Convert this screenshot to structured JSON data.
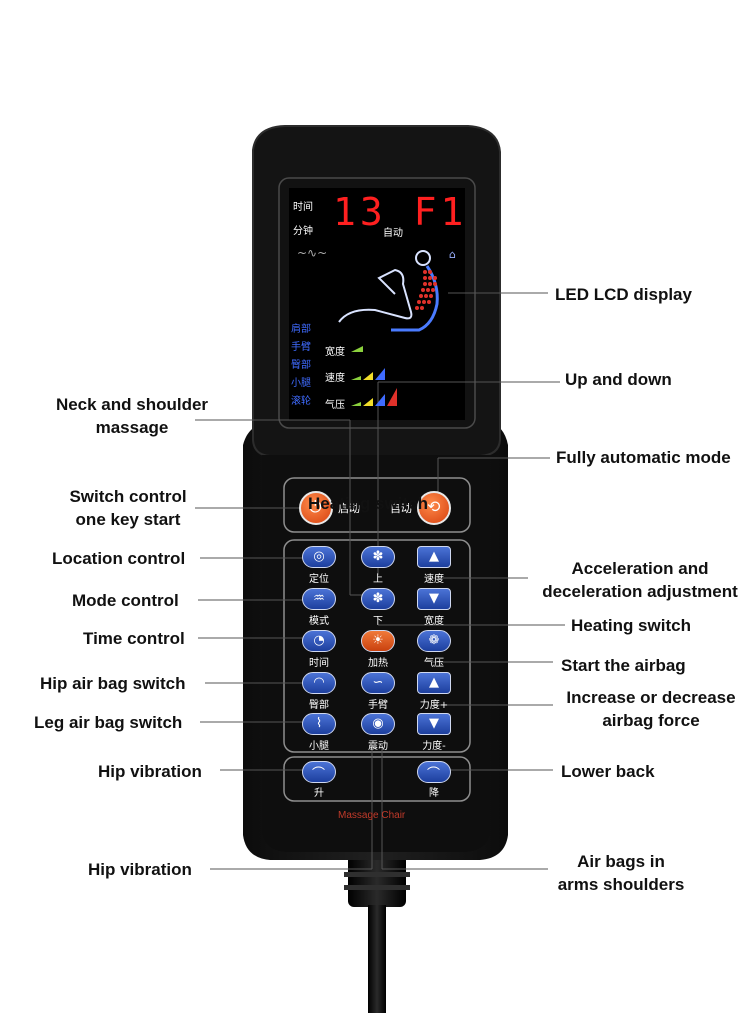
{
  "lcd": {
    "digits": "13 F1",
    "label_time": "时间",
    "label_minute": "分钟",
    "label_auto": "自动",
    "body_parts": [
      "肩部",
      "手臂",
      "臀部",
      "小腿",
      "滚轮"
    ],
    "bar_labels": [
      "宽度",
      "速度",
      "气压"
    ]
  },
  "top_buttons": {
    "left_label": "启动",
    "right_label": "自动",
    "overlay_text": "Heating switch"
  },
  "buttons": [
    {
      "name": "location-button",
      "caption": "定位",
      "icon": "location-icon"
    },
    {
      "name": "up-button",
      "caption": "上",
      "icon": "flower-icon"
    },
    {
      "name": "speed-up-button",
      "caption": "速度",
      "icon": "arrow-up-icon"
    },
    {
      "name": "mode-button",
      "caption": "模式",
      "icon": "mode-icon"
    },
    {
      "name": "down-button",
      "caption": "下",
      "icon": "flower-icon"
    },
    {
      "name": "speed-down-button",
      "caption": "宽度",
      "icon": "arrow-down-icon"
    },
    {
      "name": "time-button",
      "caption": "时间",
      "icon": "time-icon"
    },
    {
      "name": "heat-button",
      "caption": "加热",
      "icon": "sun-icon"
    },
    {
      "name": "air-button",
      "caption": "气压",
      "icon": "airbag-icon"
    },
    {
      "name": "hip-button",
      "caption": "臀部",
      "icon": "hip-icon"
    },
    {
      "name": "arm-button",
      "caption": "手臂",
      "icon": "arm-icon"
    },
    {
      "name": "force-up-button",
      "caption": "力度+",
      "icon": "arrow-up-icon"
    },
    {
      "name": "leg-button",
      "caption": "小腿",
      "icon": "leg-icon"
    },
    {
      "name": "vibrate-button",
      "caption": "震动",
      "icon": "vibrate-icon"
    },
    {
      "name": "force-down-button",
      "caption": "力度-",
      "icon": "arrow-down-icon"
    }
  ],
  "bottom_buttons": {
    "left_caption": "升",
    "right_caption": "降"
  },
  "brand": "Massage Chair",
  "annotations": {
    "led_lcd": "LED LCD display",
    "up_down": "Up and down",
    "neck_1": "Neck and shoulder",
    "neck_2": "massage",
    "full_auto": "Fully automatic mode",
    "switch_1": "Switch control",
    "switch_2": "one key start",
    "location": "Location control",
    "accel_1": "Acceleration and",
    "accel_2": "deceleration adjustment",
    "mode": "Mode control",
    "heating": "Heating switch",
    "time": "Time control",
    "start_airbag": "Start the airbag",
    "hip_airbag": "Hip air bag switch",
    "force_1": "Increase or decrease",
    "force_2": "airbag force",
    "leg_airbag": "Leg air bag switch",
    "hip_vib": "Hip vibration",
    "lower_back": "Lower back",
    "hip_vib2": "Hip vibration",
    "arms_1": "Air bags in",
    "arms_2": "arms shoulders"
  },
  "colors": {
    "body": "#1a1a1a",
    "lcd_bg": "#000000",
    "digit_red": "#ff2020",
    "button_blue": "#2a4fb8",
    "button_orange": "#e2561b"
  }
}
